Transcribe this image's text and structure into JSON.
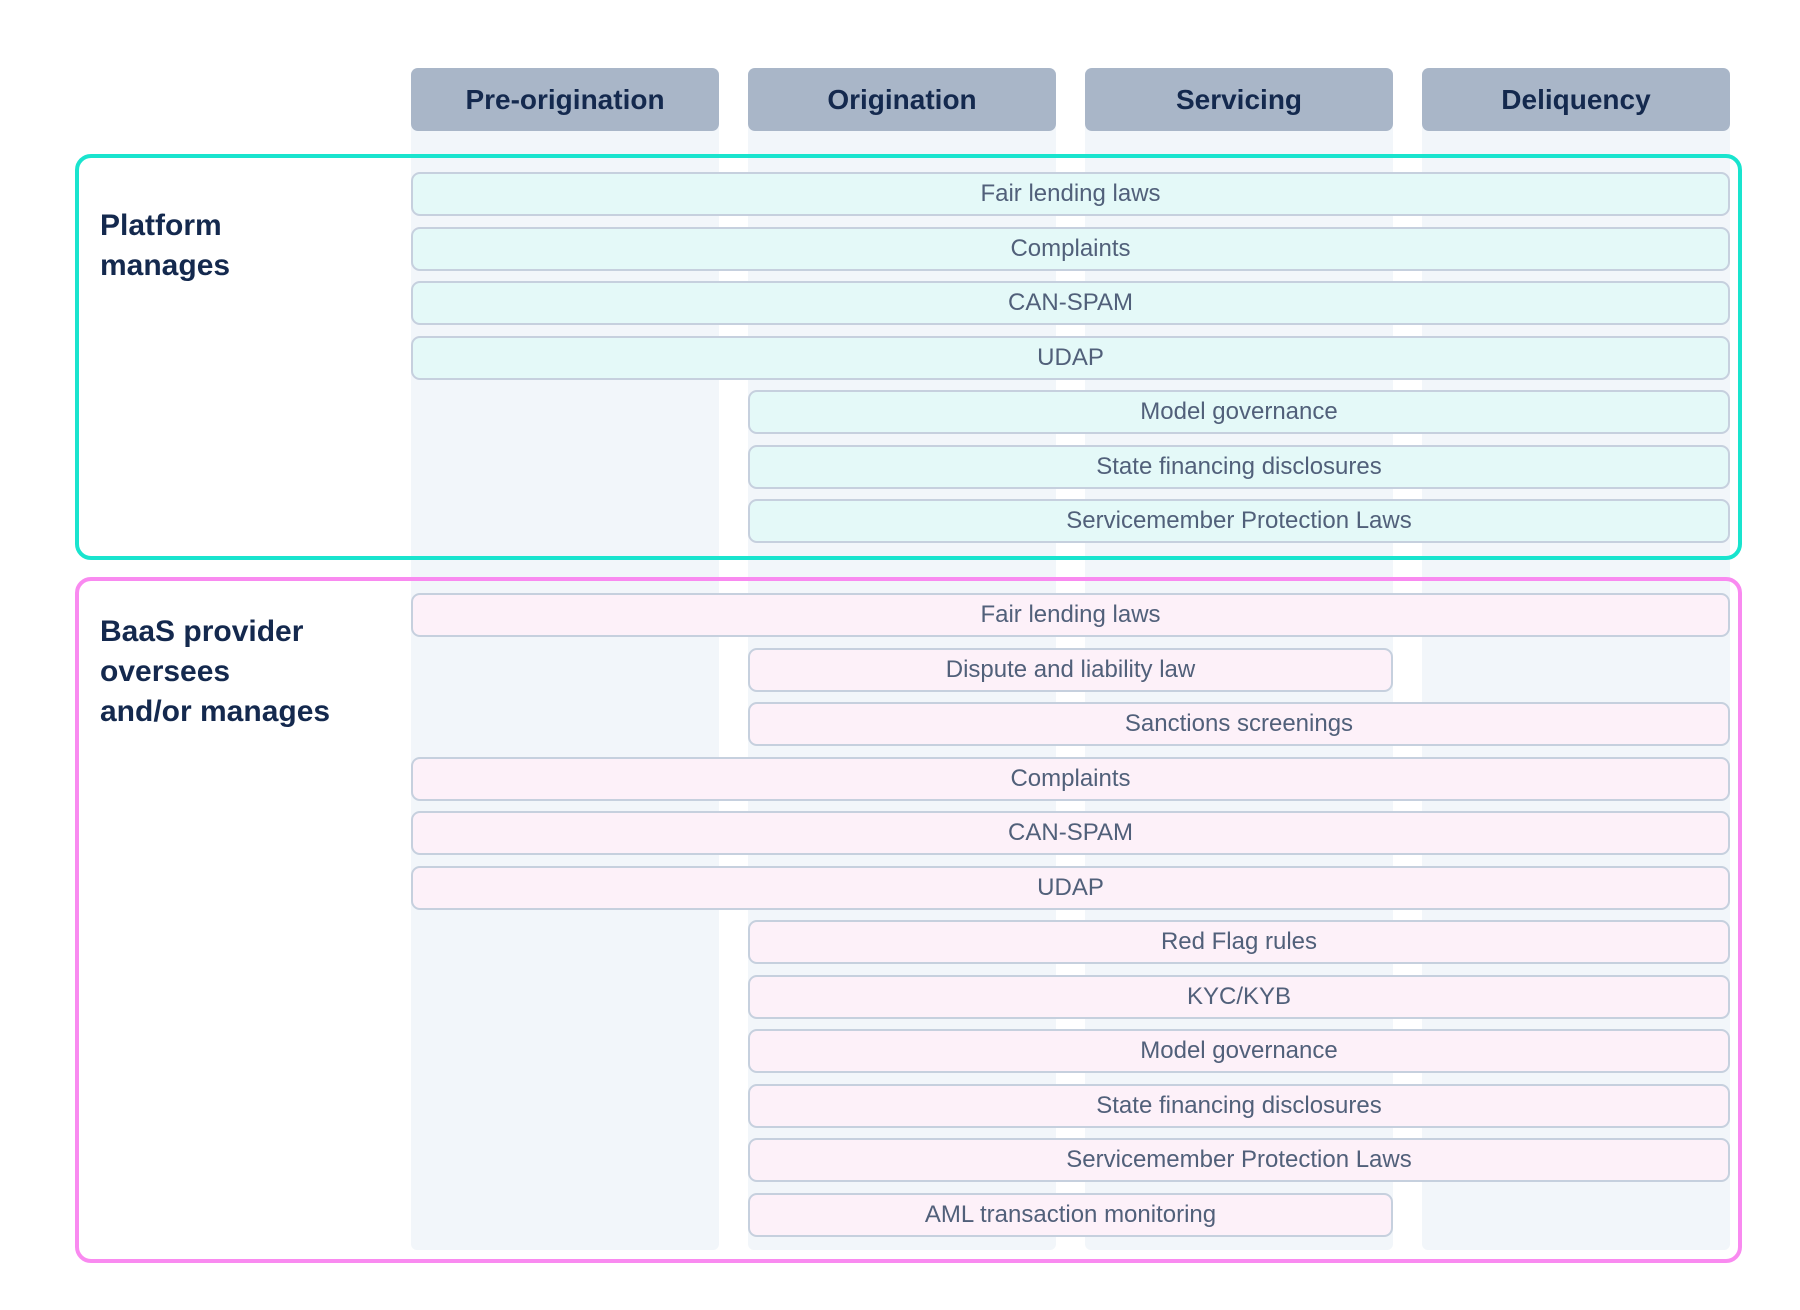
{
  "columns": [
    {
      "label": "Pre-origination"
    },
    {
      "label": "Origination"
    },
    {
      "label": "Servicing"
    },
    {
      "label": "Deliquency"
    }
  ],
  "sections": [
    {
      "id": "platform-manages",
      "label_lines": [
        "Platform",
        "manages"
      ],
      "accent_color": "#19e4ce",
      "bar_fill": "#e4f9f8",
      "bars": [
        {
          "label": "Fair lending laws",
          "start": 0,
          "end": 3
        },
        {
          "label": "Complaints",
          "start": 0,
          "end": 3
        },
        {
          "label": "CAN-SPAM",
          "start": 0,
          "end": 3
        },
        {
          "label": "UDAP",
          "start": 0,
          "end": 3
        },
        {
          "label": "Model governance",
          "start": 1,
          "end": 3
        },
        {
          "label": "State financing disclosures",
          "start": 1,
          "end": 3
        },
        {
          "label": "Servicemember Protection Laws",
          "start": 1,
          "end": 3
        }
      ]
    },
    {
      "id": "baas-provider-oversees",
      "label_lines": [
        "BaaS provider",
        "oversees",
        "and/or manages"
      ],
      "accent_color": "#f98af0",
      "bar_fill": "#fdf1f9",
      "bars": [
        {
          "label": "Fair lending laws",
          "start": 0,
          "end": 3
        },
        {
          "label": "Dispute and liability law",
          "start": 1,
          "end": 2
        },
        {
          "label": "Sanctions screenings",
          "start": 1,
          "end": 3
        },
        {
          "label": "Complaints",
          "start": 0,
          "end": 3
        },
        {
          "label": "CAN-SPAM",
          "start": 0,
          "end": 3
        },
        {
          "label": "UDAP",
          "start": 0,
          "end": 3
        },
        {
          "label": "Red Flag rules",
          "start": 1,
          "end": 3
        },
        {
          "label": "KYC/KYB",
          "start": 1,
          "end": 3
        },
        {
          "label": "Model governance",
          "start": 1,
          "end": 3
        },
        {
          "label": "State financing disclosures",
          "start": 1,
          "end": 3
        },
        {
          "label": "Servicemember Protection Laws",
          "start": 1,
          "end": 3
        },
        {
          "label": "AML transaction monitoring",
          "start": 1,
          "end": 2
        }
      ]
    }
  ],
  "colors": {
    "header_bg": "#a9b6c8",
    "header_text": "#14294e",
    "label_text": "#14294e",
    "bar_border": "#c6d0de",
    "bar_text": "#51607a",
    "column_band": "#f2f6fa",
    "platform_accent": "#19e4ce",
    "baas_accent": "#f98af0",
    "platform_bar_fill": "#e4f9f8",
    "baas_bar_fill": "#fdf1f9"
  }
}
